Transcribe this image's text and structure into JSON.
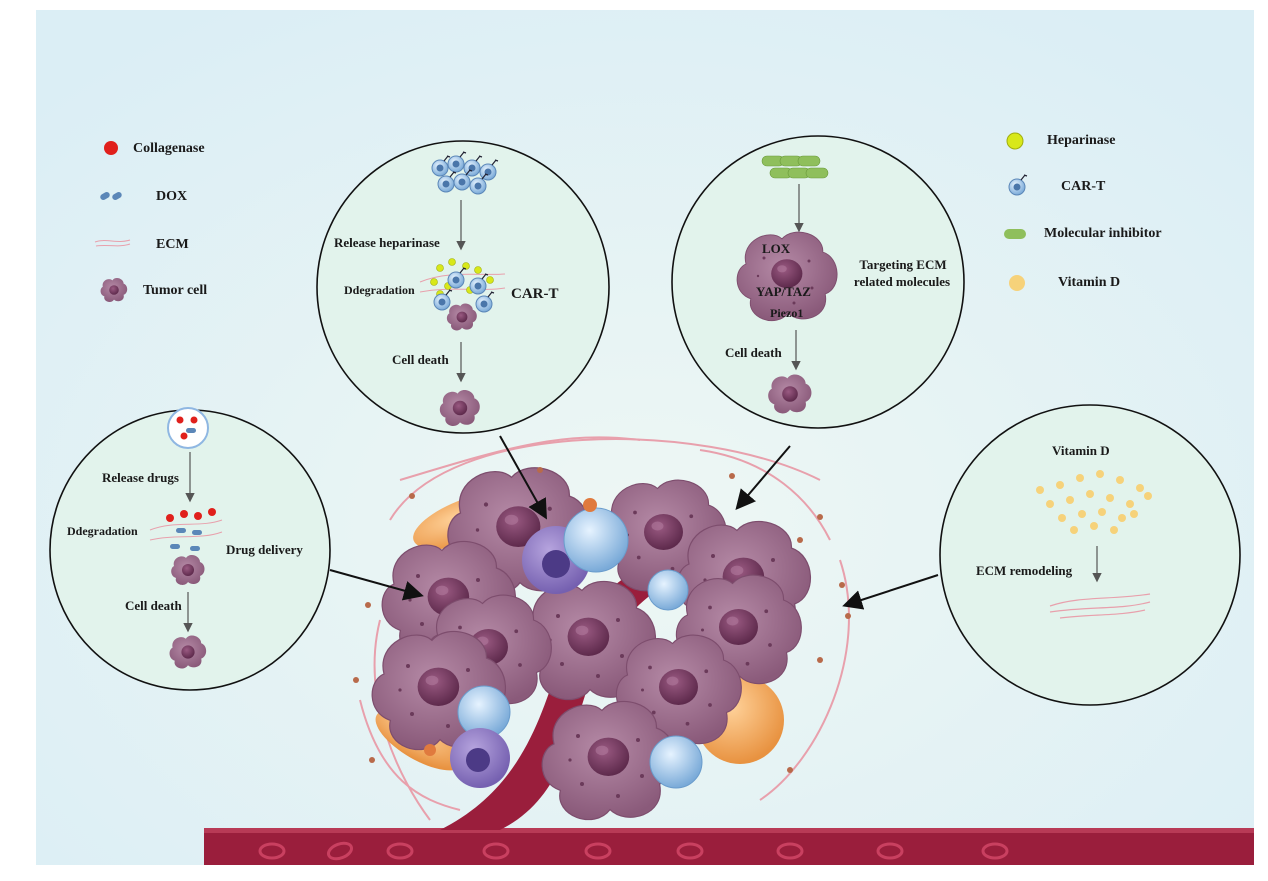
{
  "legend_left": {
    "collagenase": "Collagenase",
    "dox": "DOX",
    "ecm": "ECM",
    "tumor_cell": "Tumor cell"
  },
  "legend_right": {
    "heparinase": "Heparinase",
    "car_t": "CAR-T",
    "molecular_inhibitor": "Molecular inhibitor",
    "vitamin_d": "Vitamin D"
  },
  "circle_car_t": {
    "release": "Release heparinase",
    "degradation": "Ddegradation",
    "label": "CAR-T",
    "cell_death": "Cell death"
  },
  "circle_targeting": {
    "lox": "LOX",
    "yap_taz": "YAP/TAZ",
    "piezo": "Piezo1",
    "label_line1": "Targeting ECM",
    "label_line2": "related molecules",
    "cell_death": "Cell death"
  },
  "circle_drug": {
    "release": "Release drugs",
    "degradation": "Ddegradation",
    "label": "Drug delivery",
    "cell_death": "Cell death"
  },
  "circle_vitamin": {
    "title": "Vitamin D",
    "remodeling": "ECM remodeling"
  },
  "colors": {
    "background_top": "#ffffff",
    "background": "#e6f2f6",
    "circle_fill": "#e2f3ec",
    "tumor": "#9c6a8c",
    "tumor_nucleus": "#7a3f64",
    "vessel": "#9a1e3c",
    "collagenase": "#e0201c",
    "heparinase": "#d8e81a",
    "car_t": "#8fb7e2",
    "inhibitor": "#8fbf5c",
    "vitamin_d": "#f6d27a"
  }
}
